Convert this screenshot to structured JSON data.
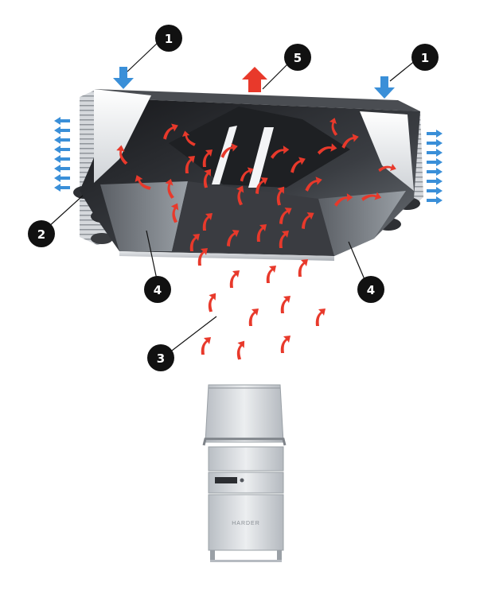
{
  "callouts": [
    {
      "id": "c1a",
      "num": "1"
    },
    {
      "id": "c1b",
      "num": "1"
    },
    {
      "id": "c5",
      "num": "5"
    },
    {
      "id": "c2",
      "num": "2"
    },
    {
      "id": "c4a",
      "num": "4"
    },
    {
      "id": "c4b",
      "num": "4"
    },
    {
      "id": "c3",
      "num": "3"
    }
  ],
  "machine": {
    "brand": "HARDER"
  },
  "colors": {
    "hot_air": "#e8392b",
    "fresh_air": "#3a8fd8",
    "hood_dark": "#2b2d31",
    "hood_steel": "#c9cdd2",
    "callout_bg": "#111111"
  }
}
